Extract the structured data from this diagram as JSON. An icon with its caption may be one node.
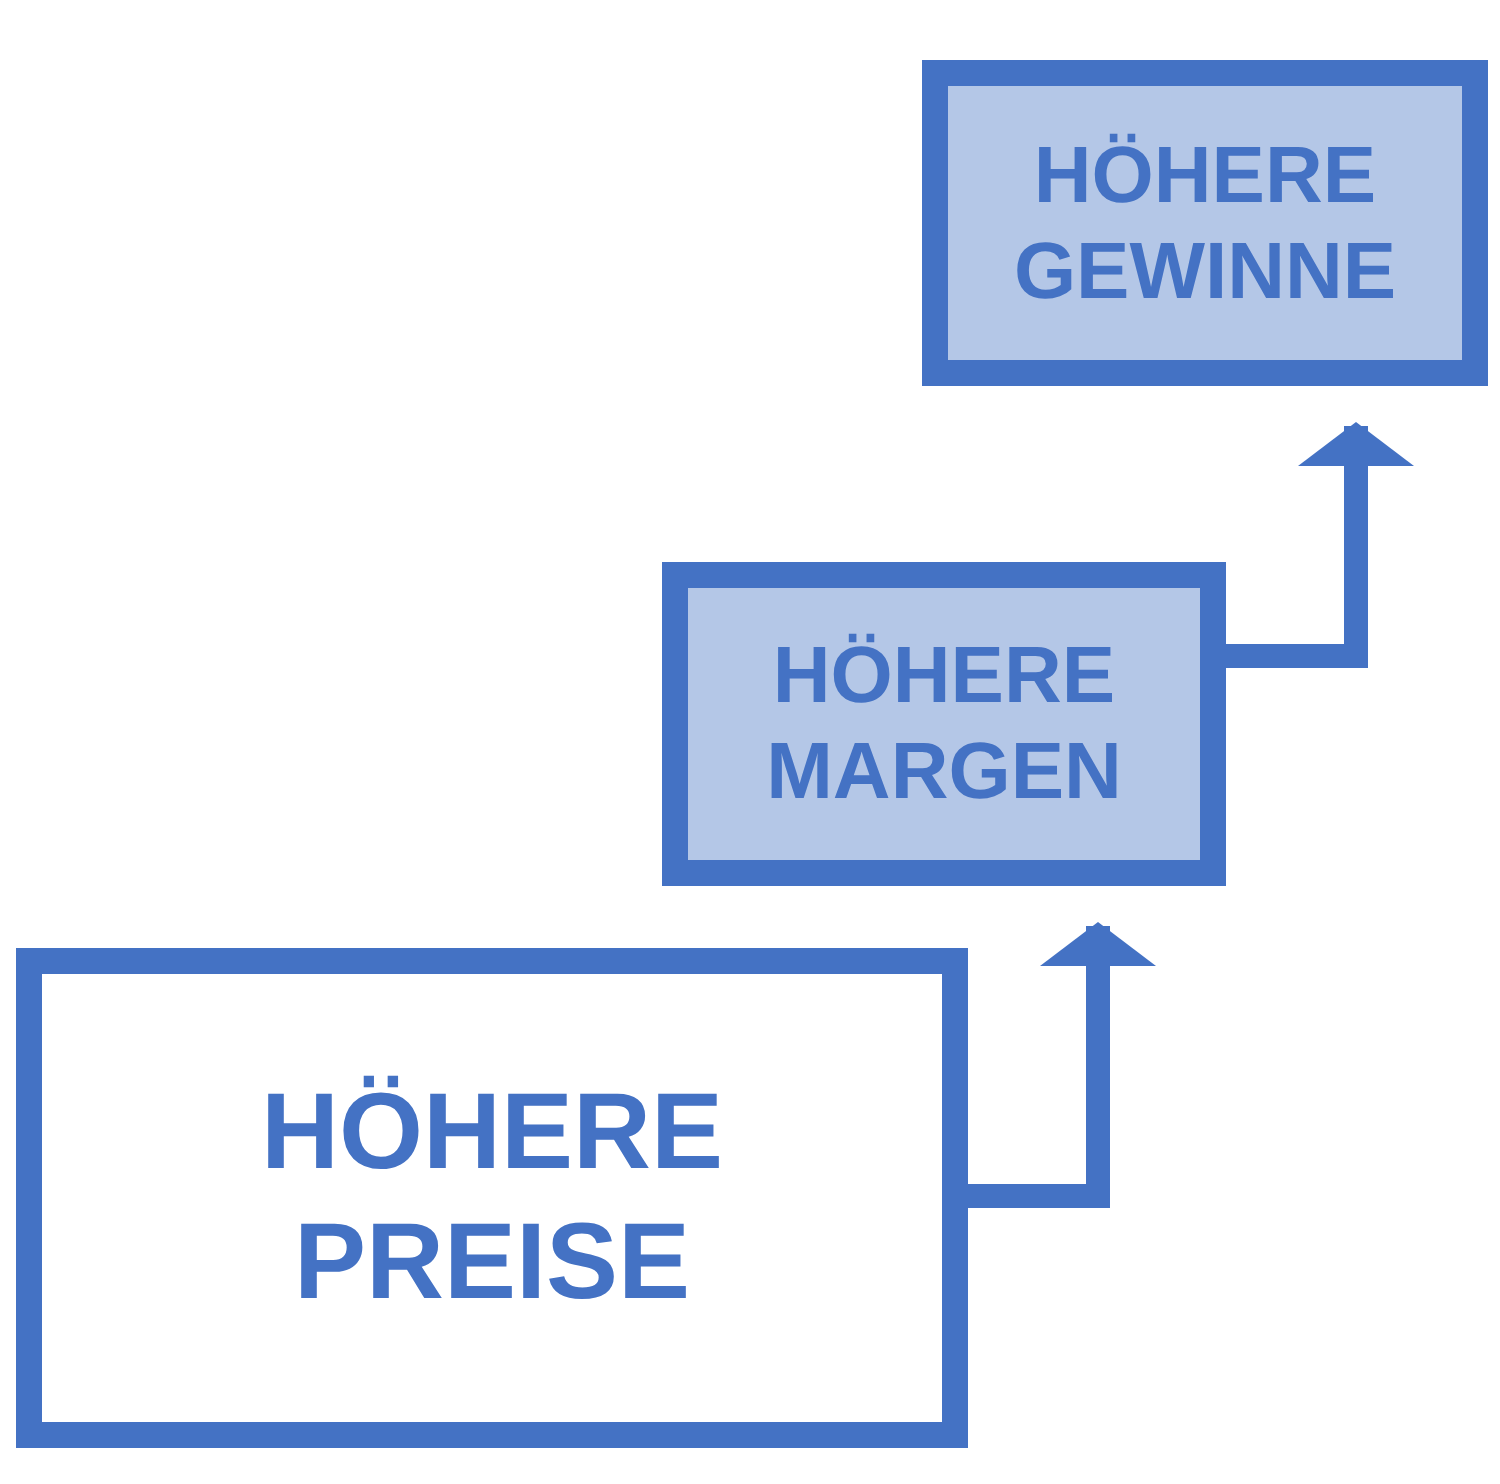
{
  "diagram": {
    "nodes": [
      {
        "text": [
          "HÖHERE PREISE"
        ]
      },
      {
        "text": [
          "HÖHERE MARGEN"
        ]
      },
      {
        "text": [
          "HÖHERE GEWINNE"
        ]
      }
    ],
    "edges": [
      {
        "from": 0,
        "to": 1,
        "arrow": "to"
      },
      {
        "from": 1,
        "to": 2,
        "arrow": "to"
      }
    ]
  }
}
